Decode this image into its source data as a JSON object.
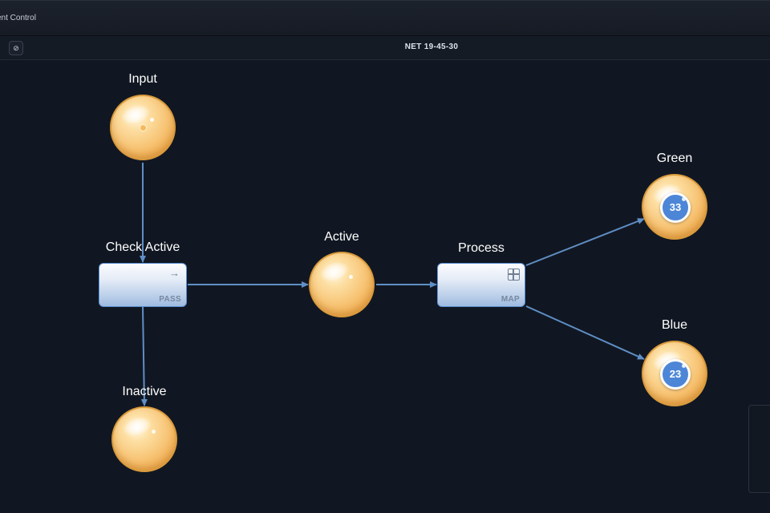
{
  "window": {
    "title": "ent Control"
  },
  "toolbar": {
    "network_name": "NET 19-45-30",
    "settings_icon": "gear-icon"
  },
  "diagram": {
    "nodes": [
      {
        "id": "input",
        "label": "Input",
        "kind": "place"
      },
      {
        "id": "check_active",
        "label": "Check Active",
        "kind": "transition",
        "tag": "PASS",
        "icon": "arrow-right-icon"
      },
      {
        "id": "active",
        "label": "Active",
        "kind": "place"
      },
      {
        "id": "process",
        "label": "Process",
        "kind": "transition",
        "tag": "MAP",
        "icon": "grid-icon"
      },
      {
        "id": "green",
        "label": "Green",
        "kind": "place",
        "token_count": "33"
      },
      {
        "id": "blue",
        "label": "Blue",
        "kind": "place",
        "token_count": "23"
      },
      {
        "id": "inactive",
        "label": "Inactive",
        "kind": "place"
      }
    ],
    "edges": [
      {
        "from": "input",
        "to": "check_active"
      },
      {
        "from": "check_active",
        "to": "active"
      },
      {
        "from": "check_active",
        "to": "inactive"
      },
      {
        "from": "active",
        "to": "process"
      },
      {
        "from": "process",
        "to": "green"
      },
      {
        "from": "process",
        "to": "blue"
      }
    ],
    "colors": {
      "edge": "#5f8fc6",
      "place": "#f7c475",
      "transition": "#bcd0ea",
      "token_badge": "#4d86d6"
    }
  }
}
